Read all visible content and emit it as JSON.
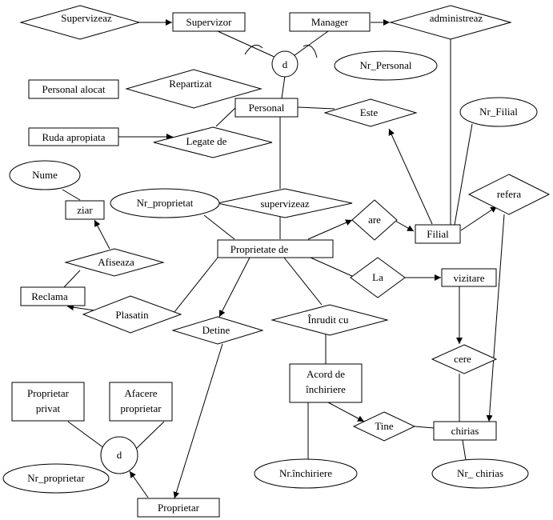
{
  "diagram": {
    "entities": {
      "supervizor": "Supervizor",
      "manager": "Manager",
      "personal_alocat": "Personal alocat",
      "personal": "Personal",
      "ruda_apropiata": "Ruda apropiata",
      "ziar": "ziar",
      "proprietate_de": "Proprietate de",
      "filial": "Filial",
      "reclama": "Reclama",
      "vizitare": "vizitare",
      "acord_inchiriere": [
        "Acord de",
        "închiriere"
      ],
      "proprietar_privat": [
        "Proprietar",
        "privat"
      ],
      "afacere_proprietar": [
        "Afacere",
        "proprietar"
      ],
      "chirias": "chirias",
      "proprietar": "Proprietar"
    },
    "relationships": {
      "supervizeaz_top": "Supervizeaz",
      "administreaz": "administreaz",
      "repartizat": "Repartizat",
      "este": "Este",
      "legate_de": "Legate de",
      "refera": "refera",
      "supervizeaz_mid": "supervizeaz",
      "are": "are",
      "afiseaza": "Afiseaza",
      "la": "La",
      "plasatin": "Plasatin",
      "detine": "Detine",
      "inrudit_cu": "Înrudit cu",
      "cere": "cere",
      "tine": "Tine"
    },
    "attributes": {
      "nr_personal": "Nr_Personal",
      "nr_filial": "Nr_Filial",
      "nume": "Nume",
      "nr_proprietat": "Nr_proprietat",
      "nr_inchiriere": "Nr.închiriere",
      "nr_proprietar": "Nr_proprietar",
      "nr_chirias": "Nr_ chirias"
    },
    "disjoint": {
      "top": "d",
      "bottom": "d"
    }
  }
}
